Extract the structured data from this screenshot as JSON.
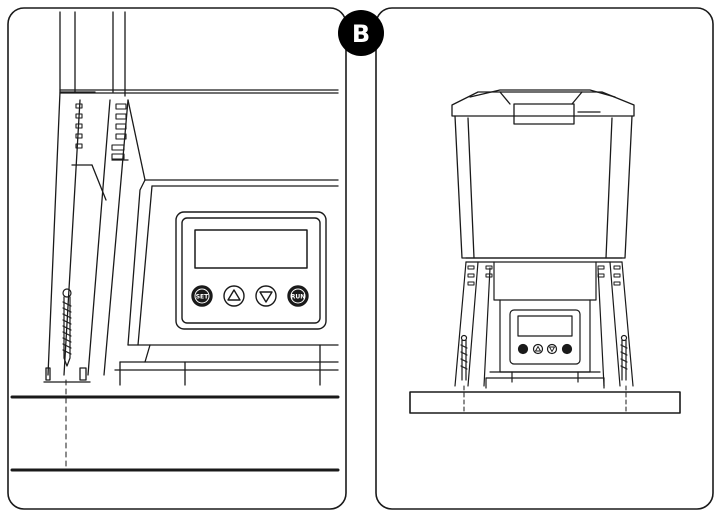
{
  "figure": {
    "badge_letter": "B",
    "panels": [
      {
        "id": "closeup",
        "control_panel": {
          "buttons": [
            {
              "label": "SET",
              "icon": "text-button"
            },
            {
              "label": "",
              "icon": "up-triangle-icon"
            },
            {
              "label": "",
              "icon": "down-triangle-icon"
            },
            {
              "label": "RUN",
              "icon": "text-button"
            }
          ]
        }
      },
      {
        "id": "full-view",
        "control_panel": {
          "buttons": [
            {
              "label": "",
              "icon": "set-button-icon"
            },
            {
              "label": "",
              "icon": "up-triangle-icon"
            },
            {
              "label": "",
              "icon": "down-triangle-icon"
            },
            {
              "label": "",
              "icon": "run-button-icon"
            }
          ]
        }
      }
    ]
  }
}
